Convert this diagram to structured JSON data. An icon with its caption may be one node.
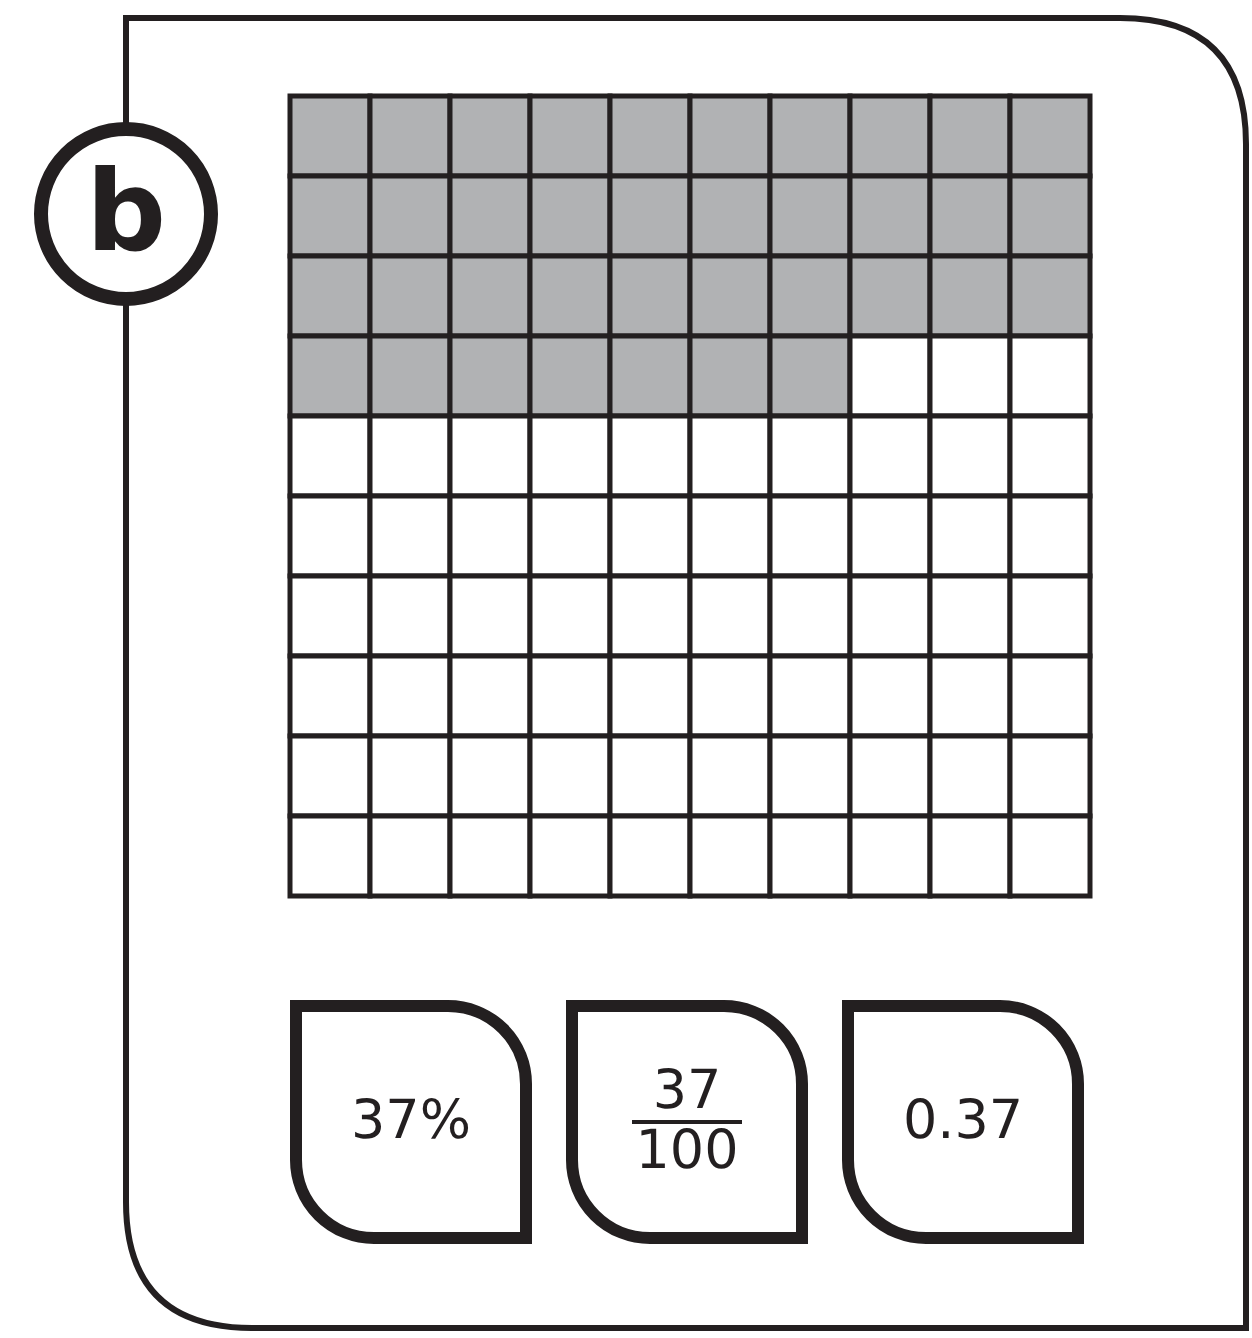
{
  "diagram": {
    "nodes": [
      {
        "text": [
          "b"
        ]
      },
      {
        "text": [
          "37%"
        ]
      },
      {
        "text": [
          "37",
          "100"
        ]
      },
      {
        "text": [
          "0.37"
        ]
      }
    ]
  }
}
